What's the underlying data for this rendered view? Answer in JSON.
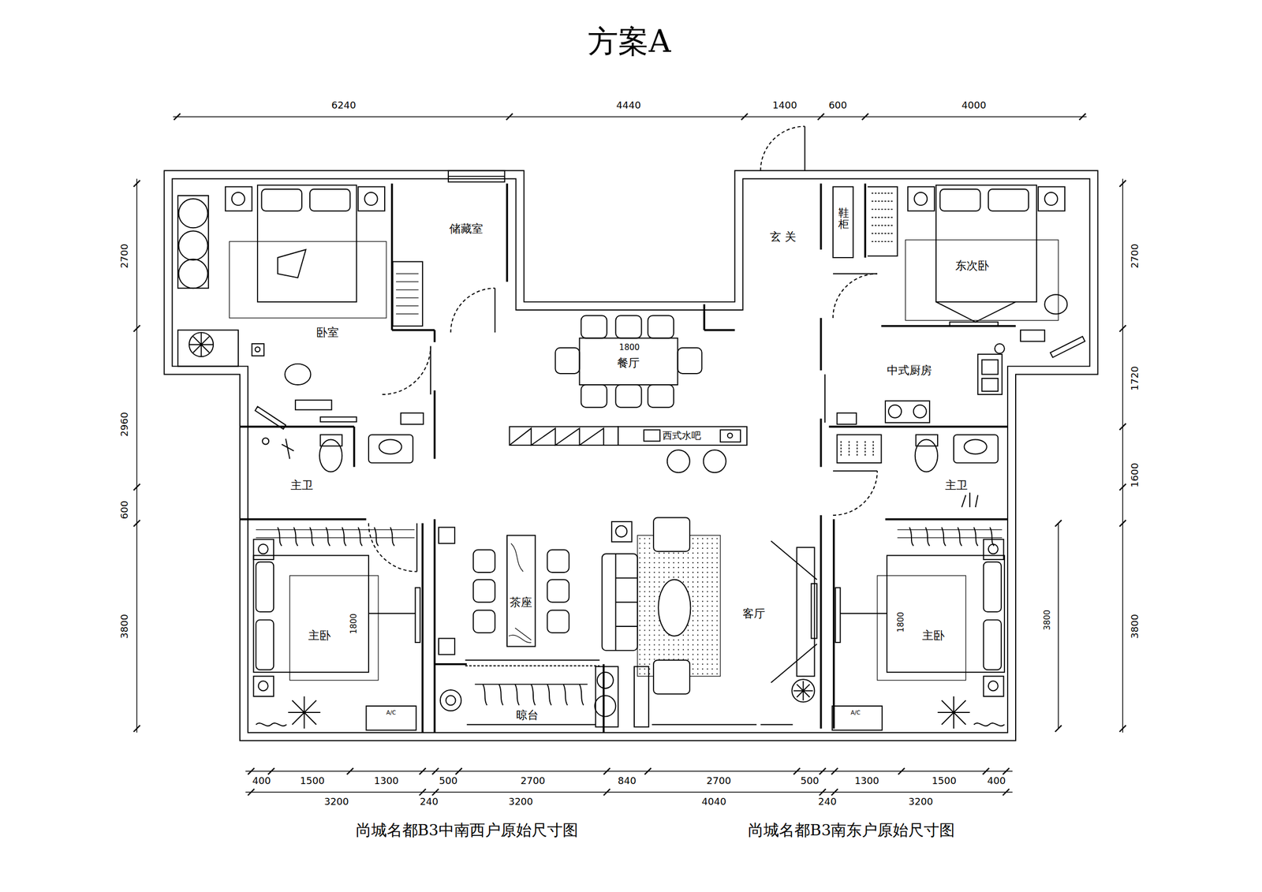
{
  "diagram": {
    "title": "方案A",
    "labels": [
      "6240",
      "4440",
      "1400",
      "600",
      "4000",
      "2700",
      "2960",
      "600",
      "3800",
      "2700",
      "1720",
      "1600",
      "3800",
      "3800",
      "400",
      "1500",
      "1300",
      "500",
      "2700",
      "840",
      "2700",
      "500",
      "1300",
      "1500",
      "400",
      "3200",
      "240",
      "3200",
      "4040",
      "240",
      "3200",
      "尚城名都B3中南西户原始尺寸图",
      "尚城名都B3南东户原始尺寸图",
      "储藏室",
      "卧室",
      "玄 关",
      "鞋柜",
      "东次卧",
      "中式厨房",
      "1800",
      "餐厅",
      "西式水吧",
      "主卫",
      "主卫",
      "主卧",
      "1800",
      "茶座",
      "客厅",
      "主卧",
      "1800",
      "晾台",
      "A/C",
      "A/C"
    ]
  }
}
